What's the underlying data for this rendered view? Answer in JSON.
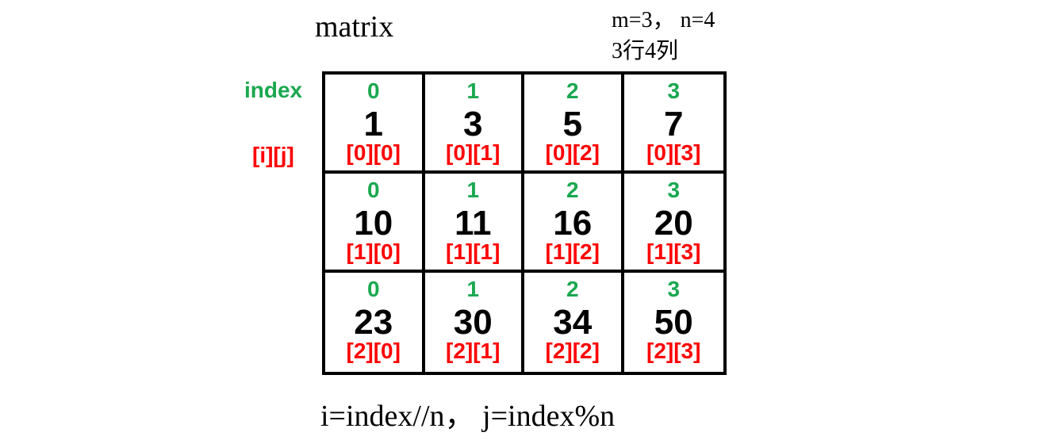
{
  "title": "matrix",
  "dims": "m=3， n=4",
  "dims_cn": "3行4列",
  "labels": {
    "index": "index",
    "ij": "[i][j]"
  },
  "formula": "i=index//n，  j=index%n",
  "colors": {
    "index_green": "#1aa84f",
    "ij_red": "#ff0000",
    "border": "#000000",
    "text": "#000000"
  },
  "matrix": {
    "rows": [
      {
        "cells": [
          {
            "index": "0",
            "value": "1",
            "ij": "[0][0]"
          },
          {
            "index": "1",
            "value": "3",
            "ij": "[0][1]"
          },
          {
            "index": "2",
            "value": "5",
            "ij": "[0][2]"
          },
          {
            "index": "3",
            "value": "7",
            "ij": "[0][3]"
          }
        ]
      },
      {
        "cells": [
          {
            "index": "0",
            "value": "10",
            "ij": "[1][0]"
          },
          {
            "index": "1",
            "value": "11",
            "ij": "[1][1]"
          },
          {
            "index": "2",
            "value": "16",
            "ij": "[1][2]"
          },
          {
            "index": "3",
            "value": "20",
            "ij": "[1][3]"
          }
        ]
      },
      {
        "cells": [
          {
            "index": "0",
            "value": "23",
            "ij": "[2][0]"
          },
          {
            "index": "1",
            "value": "30",
            "ij": "[2][1]"
          },
          {
            "index": "2",
            "value": "34",
            "ij": "[2][2]"
          },
          {
            "index": "3",
            "value": "50",
            "ij": "[2][3]"
          }
        ]
      }
    ]
  }
}
